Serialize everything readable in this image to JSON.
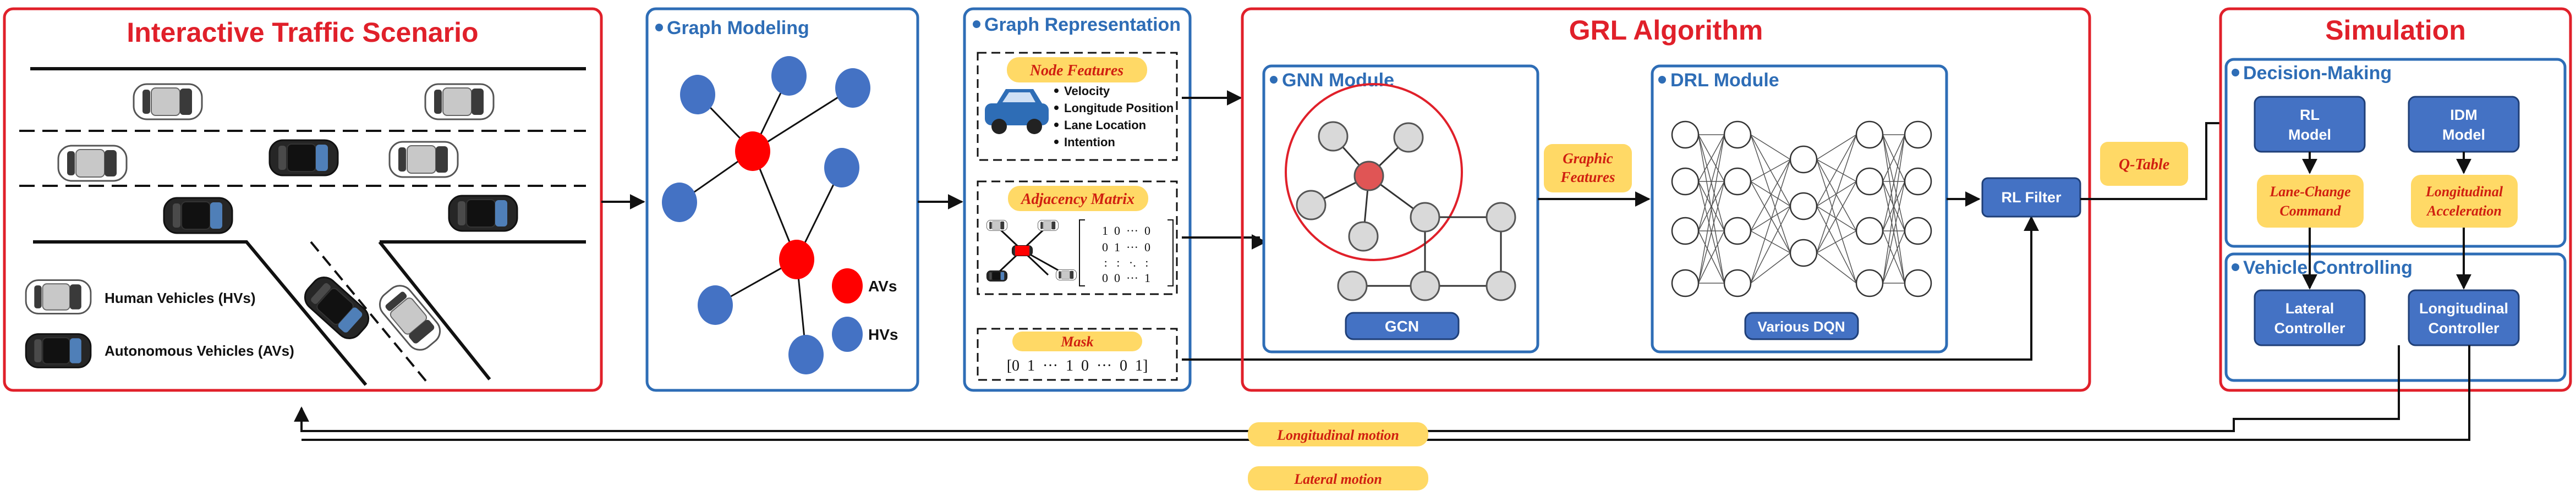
{
  "colors": {
    "red": "#e0202a",
    "blue": "#2e6db6",
    "node_blue": "#4472c4",
    "node_red": "#ff0000",
    "tag_fill": "#ffd966",
    "button_blue": "#4472c4",
    "gray_node": "#d9d9d9"
  },
  "scenario": {
    "title": "Interactive Traffic Scenario",
    "legend_hv": "Human Vehicles (HVs)",
    "legend_av": "Autonomous Vehicles (AVs)",
    "car_icon": "car-icon"
  },
  "graph_modeling": {
    "title": "Graph Modeling",
    "legend_avs": "AVs",
    "legend_hvs": "HVs"
  },
  "graph_representation": {
    "title": "Graph Representation",
    "node_features": {
      "label": "Node Features",
      "items": [
        "Velocity",
        "Longitude Position",
        "Lane Location",
        "Intention"
      ]
    },
    "adjacency": {
      "label": "Adjacency Matrix",
      "rows": [
        "1  0  ···  0",
        "0  1  ···  0",
        ":   :   ·.   :",
        "0  0  ···  1"
      ]
    },
    "mask": {
      "label": "Mask",
      "vector": "[0  1  ···  1  0  ···  0  1]"
    }
  },
  "grl": {
    "title": "GRL Algorithm",
    "gnn_title": "GNN Module",
    "gnn_button": "GCN",
    "drl_title": "DRL Module",
    "drl_button": "Various DQN",
    "graphic_features_l1": "Graphic",
    "graphic_features_l2": "Features",
    "rl_filter": "RL Filter",
    "q_table": "Q-Table"
  },
  "simulation": {
    "title": "Simulation",
    "decision_title": "Decision-Making",
    "rl_model_l1": "RL",
    "rl_model_l2": "Model",
    "idm_model_l1": "IDM",
    "idm_model_l2": "Model",
    "lane_change_l1": "Lane-Change",
    "lane_change_l2": "Command",
    "longitudinal_acc_l1": "Longitudinal",
    "longitudinal_acc_l2": "Acceleration",
    "control_title": "Vehicle Controlling",
    "lateral_ctrl_l1": "Lateral",
    "lateral_ctrl_l2": "Controller",
    "longitudinal_ctrl_l1": "Longitudinal",
    "longitudinal_ctrl_l2": "Controller"
  },
  "feedback": {
    "longitudinal": "Longitudinal motion",
    "lateral": "Lateral motion"
  }
}
